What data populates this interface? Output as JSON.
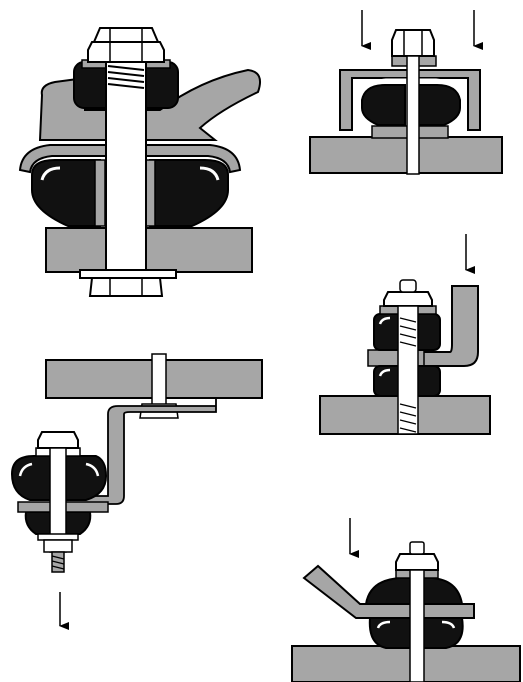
{
  "colors": {
    "background": "#ffffff",
    "metal_gray": "#a6a6a6",
    "rubber_black": "#111111",
    "outline": "#000000",
    "bolt_white": "#ffffff"
  },
  "panels": [
    {
      "id": "large-mount-detail",
      "position": "top-left",
      "force_arrows": 0
    },
    {
      "id": "compressed-mount-arrows-down",
      "position": "top-right",
      "force_arrows": 2
    },
    {
      "id": "bracket-mount-arrow-down",
      "position": "middle-right",
      "force_arrows": 1
    },
    {
      "id": "suspended-mount-arrow-down",
      "position": "middle-left",
      "force_arrows": 1
    },
    {
      "id": "angled-bracket-mount-arrow-down",
      "position": "bottom-right",
      "force_arrows": 1
    }
  ]
}
